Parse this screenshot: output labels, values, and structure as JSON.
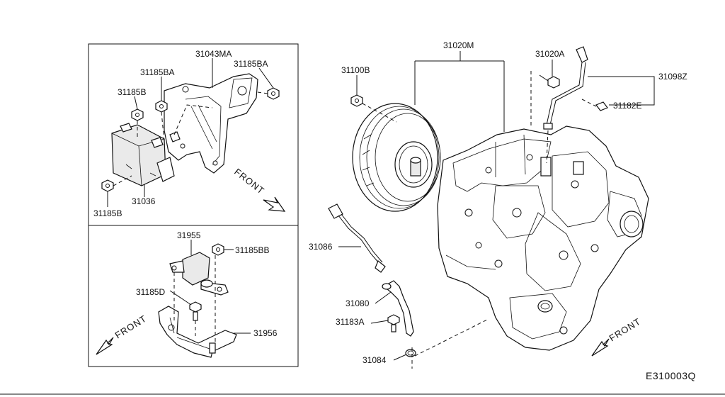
{
  "diagram": {
    "drawing_code": "E310003Q",
    "front_label": "FRONT",
    "part_labels": {
      "p31043MA": "31043MA",
      "p31185BA_a": "31185BA",
      "p31185BA_b": "31185BA",
      "p31185B_a": "31185B",
      "p31185B_b": "31185B",
      "p31036": "31036",
      "p31955": "31955",
      "p31185BB": "31185BB",
      "p31185D": "31185D",
      "p31956": "31956",
      "p31020M": "31020M",
      "p31100B": "31100B",
      "p31020A": "31020A",
      "p31098Z": "31098Z",
      "p31182E": "31182E",
      "p31086": "31086",
      "p31080": "31080",
      "p31183A": "31183A",
      "p31084": "31084"
    }
  }
}
